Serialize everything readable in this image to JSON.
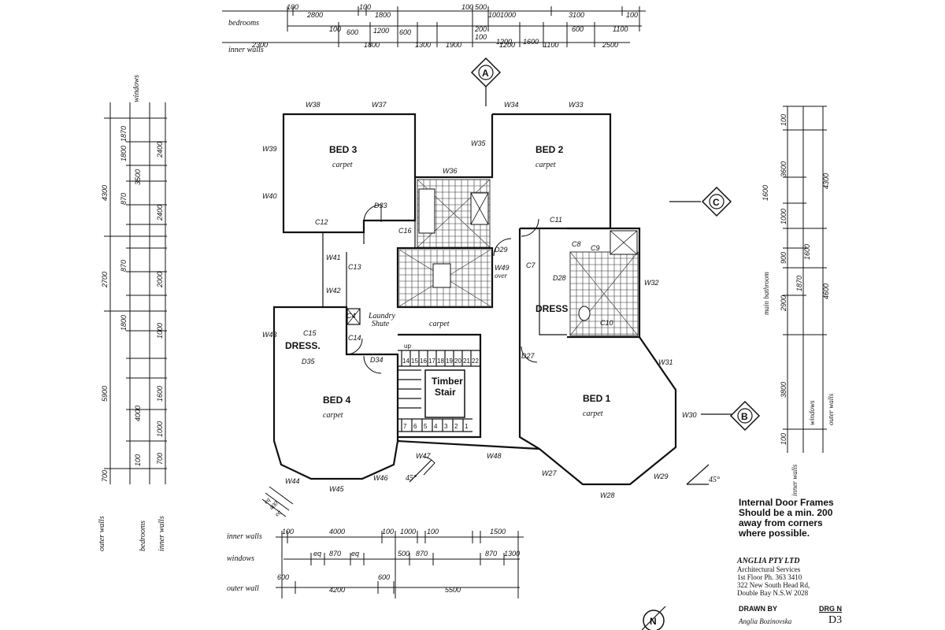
{
  "rooms": {
    "bed3": "BED 3",
    "bed3_floor": "carpet",
    "bed2": "BED 2",
    "bed2_floor": "carpet",
    "bed4": "BED 4",
    "bed4_floor": "carpet",
    "bed1": "BED 1",
    "bed1_floor": "carpet",
    "dress_left": "DRESS.",
    "dress_right": "DRESS",
    "hall_floor": "carpet",
    "stair": "Timber\nStair",
    "laundry": "Laundry\nShute",
    "up": "up"
  },
  "windows": [
    "W38",
    "W37",
    "W34",
    "W33",
    "W39",
    "W35",
    "W36",
    "W40",
    "W41",
    "W42",
    "W49",
    "W32",
    "W43",
    "W31",
    "W30",
    "W47",
    "W48",
    "W27",
    "W29",
    "W28",
    "W44",
    "W45",
    "W46"
  ],
  "doors": [
    "D33",
    "D29",
    "D28",
    "D35",
    "D34",
    "D27"
  ],
  "cupboards": [
    "C12",
    "C11",
    "C16",
    "C13",
    "C7",
    "C8",
    "C9",
    "C10",
    "C14",
    "C15",
    "C4"
  ],
  "markers": {
    "a": "A",
    "b": "B",
    "c": "C",
    "north": "N"
  },
  "angles": [
    "45°",
    "45°"
  ],
  "over": "over",
  "stair_numbers_top": [
    "14",
    "15",
    "16",
    "17",
    "18",
    "19",
    "20",
    "21",
    "22"
  ],
  "stair_numbers_bottom": [
    "7",
    "6",
    "5",
    "4",
    "3",
    "2",
    "1"
  ],
  "top_dims": {
    "bedrooms_label": "bedrooms",
    "inner_walls_label": "inner walls",
    "bedrooms_vals": [
      "100",
      "2800",
      "100",
      "1800",
      "100",
      "500",
      "100",
      "1000",
      "3100",
      "100"
    ],
    "mid_vals": [
      "100",
      "600",
      "1200",
      "600",
      "200",
      "100",
      "1200",
      "1600",
      "600",
      "1100"
    ],
    "inner_vals": [
      "2300",
      "1800",
      "1300",
      "1900",
      "1200",
      "1100",
      "2500"
    ]
  },
  "left_dims": {
    "windows_label": "windows",
    "outer_walls_label": "outer walls",
    "bedrooms_label": "bedrooms",
    "inner_walls_label": "inner walls",
    "outer_vals": [
      "4300",
      "2700",
      "5900",
      "700"
    ],
    "bed_vals": [
      "1870",
      "1800",
      "3500",
      "870",
      "870",
      "1800",
      "4000",
      "100"
    ],
    "inner_vals": [
      "2400",
      "2400",
      "2000",
      "1000",
      "1600",
      "1000",
      "700"
    ]
  },
  "right_dims": {
    "inner_walls_label": "inner walls",
    "windows_label": "windows",
    "outer_walls_label": "outer walls",
    "main_bathroom_label": "main bathroom",
    "vals_a": [
      "100",
      "3600",
      "1600",
      "1000",
      "900",
      "1870",
      "2900",
      "3800",
      "100"
    ],
    "vals_b": [
      "4300",
      "1600",
      "4600"
    ]
  },
  "bottom_dims": {
    "inner_walls_label": "inner walls",
    "windows_label": "windows",
    "outer_wall_label": "outer wall",
    "inner_vals": [
      "100",
      "4000",
      "100",
      "1000",
      "100",
      "1500"
    ],
    "window_vals": [
      "eq",
      "870",
      "eq",
      "500",
      "870",
      "870",
      "1300"
    ],
    "outer_vals": [
      "600",
      "4200",
      "600",
      "5500"
    ]
  },
  "dims_small": [
    "400",
    "eq",
    "eq"
  ],
  "note": "Internal Door Frames\nShould be a min. 200\naway from corners\nwhere possible.",
  "firm": {
    "name": "ANGLIA PTY LTD",
    "line1": "Architectural        Services",
    "line2": "1st Floor   Ph. 363 3410",
    "line3": "322 New South Head Rd,",
    "line4": "Double Bay  N.S.W 2028"
  },
  "drawn_by_label": "DRAWN BY",
  "drawn_by": "Anglia Bozinovska",
  "drg_label": "DRG N",
  "drg_no": "D3"
}
